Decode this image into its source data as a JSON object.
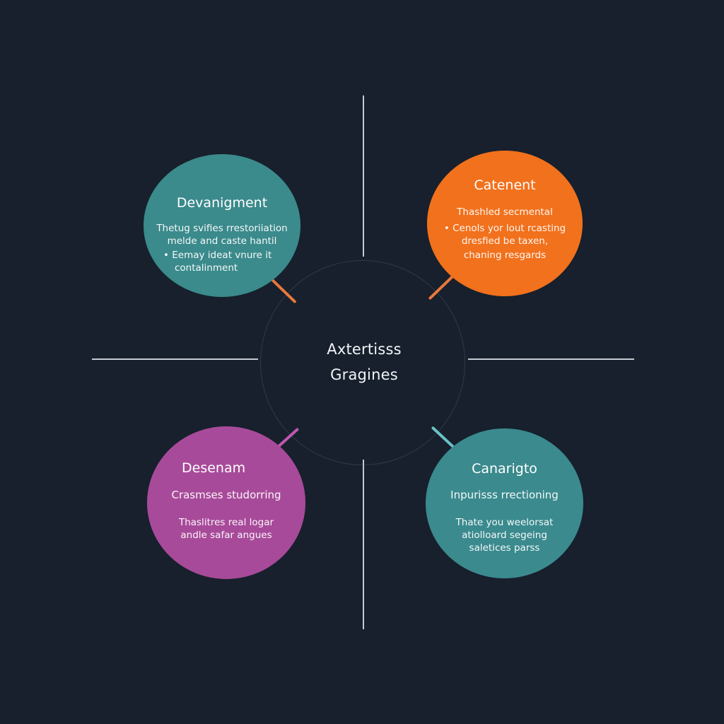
{
  "hub": {
    "title_line1": "Axtertisss",
    "title_line2": "Gragines"
  },
  "nodes": {
    "top_left": {
      "title": "Devanigment",
      "lines": [
        "Thetug svifies rrestoriiation",
        "melde and caste hantil",
        "• Eemay ideat vnure it",
        "contalinment"
      ],
      "color": "#3b8a8c"
    },
    "top_right": {
      "title": "Catenent",
      "lines": [
        "Thashled secmental",
        "• Cenols yor lout rcasting",
        "dresfied be taxen,",
        "chaning resgards"
      ],
      "color": "#f2711c"
    },
    "bottom_left": {
      "title": "Desenam",
      "subtitle": "Crasmses studorring",
      "lines": [
        "Thaslitres real logar",
        "andle safar angues"
      ],
      "color": "#a84a9a"
    },
    "bottom_right": {
      "title": "Canarigto",
      "subtitle": "Inpurisss rrectioning",
      "lines": [
        "Thate you weelorsat",
        "atiolloard segeing",
        "saletices parss"
      ],
      "color": "#3a8a8e"
    }
  },
  "colors": {
    "background": "#17202c",
    "divider": "#d8dde3",
    "connector_orange": "#e8783a",
    "connector_magenta": "#c058b0",
    "connector_teal": "#6ac2c6"
  }
}
